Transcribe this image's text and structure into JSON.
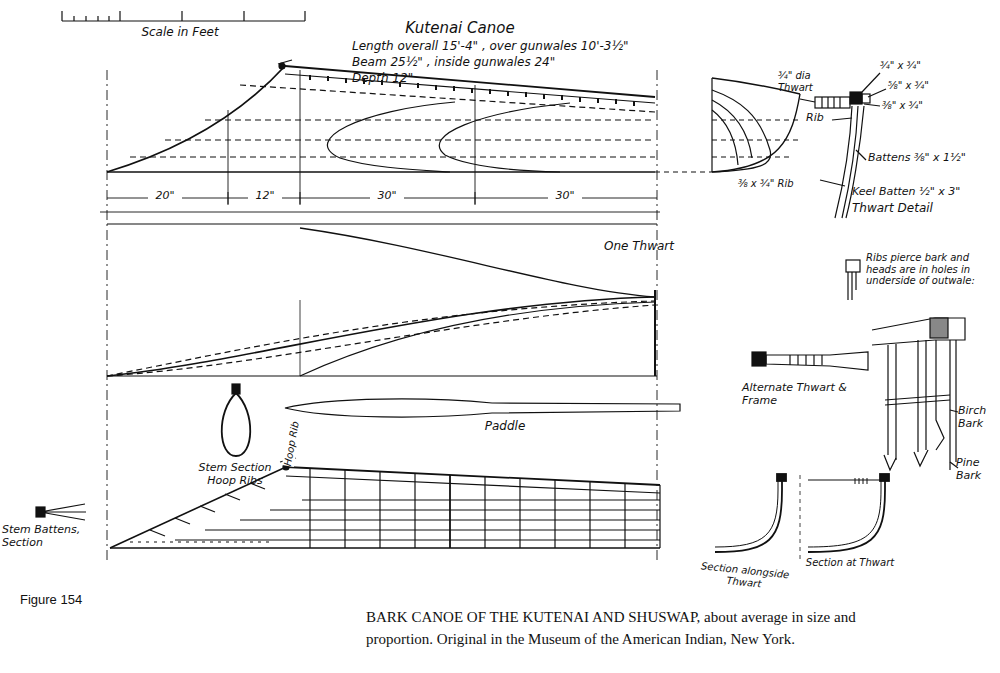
{
  "diagram": {
    "title": "Kutenai Canoe",
    "caption": "BARK CANOE OF THE KUTENAI AND SHUSWAP, about average in size and proportion. Original in the Museum of the American Indian, New York.",
    "labels": [
      "Scale in Feet",
      "Length overall 15'-4\" , over gunwales 10'-3½\"",
      "Beam 25½\" , inside gunwales 24\"",
      "Depth 12\"",
      "20\"",
      "12\"",
      "30\"",
      "30\"",
      "One Thwart",
      "Paddle",
      "Stem Section Hoop Ribs",
      "Hoop Rib",
      "Stem Battens, Section",
      "¾\" dia Thwart",
      "¾\" x ¾\"",
      "⅝\" x ¾\"",
      "⅜\" x ¾\"",
      "Rib",
      "Battens ⅜\" x 1½\"",
      "⅜ x ¾\" Rib",
      "Keel Batten ½\" x 3\"",
      "Thwart Detail",
      "Ribs pierce bark and heads are in holes in underside of outwale:",
      "Alternate Thwart & Frame",
      "Birch Bark",
      "Pine Bark",
      "Section alongside Thwart",
      "Section at Thwart",
      "Figure 154"
    ]
  }
}
